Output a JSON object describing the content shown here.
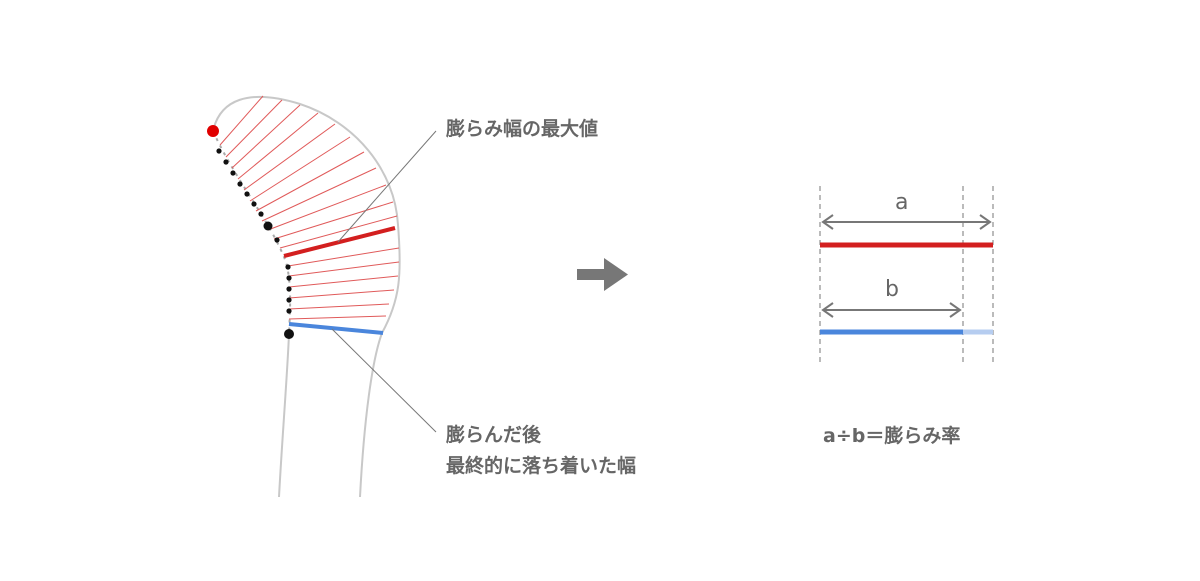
{
  "labels": {
    "max_width": "膨らみ幅の最大値",
    "settled_width_line1": "膨らんだ後",
    "settled_width_line2": "最終的に落ち着いた幅",
    "var_a": "a",
    "var_b": "b",
    "formula": "a÷b＝膨らみ率"
  },
  "icons": {
    "arrow": "right-arrow-icon"
  },
  "colors": {
    "max_width_line": "#d31f1f",
    "settled_width_line": "#4a86dc",
    "settled_width_remainder": "#b6cdf0",
    "hatch": "#e05a5a",
    "outline": "#c8c8c8",
    "leader": "#777777",
    "text": "#666666",
    "start_dot": "#e00000"
  }
}
